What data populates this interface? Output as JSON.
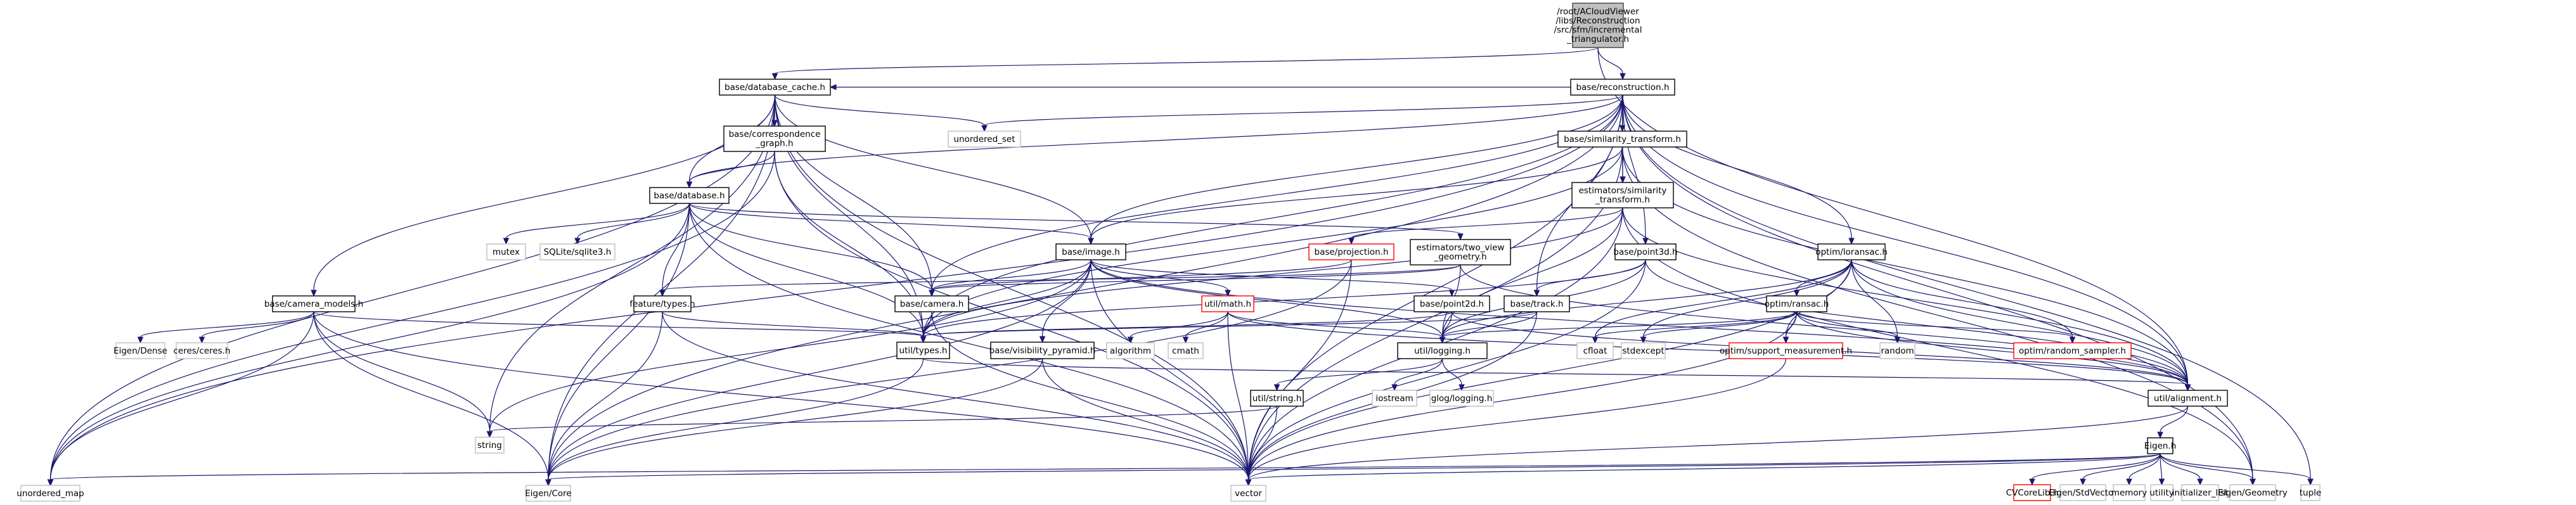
{
  "title": "Include dependency graph for incremental_triangulator.h",
  "colors": {
    "edge": "#191970",
    "root_fill": "#bfbfbf",
    "documented_border": "#000000",
    "external_border": "#bfbfbf",
    "undocumented_border": "#ff0000"
  },
  "nodes": [
    {
      "id": "root",
      "lines": [
        "/root/ACloudViewer",
        "/libs/Reconstruction",
        "/src/sfm/incremental",
        "_triangulator.h"
      ],
      "kind": "root"
    },
    {
      "id": "reconstruction",
      "lines": [
        "base/reconstruction.h"
      ],
      "kind": "doc"
    },
    {
      "id": "database_cache",
      "lines": [
        "base/database_cache.h"
      ],
      "kind": "doc"
    },
    {
      "id": "correspondence_graph",
      "lines": [
        "base/correspondence",
        "_graph.h"
      ],
      "kind": "doc"
    },
    {
      "id": "unordered_set",
      "lines": [
        "unordered_set"
      ],
      "kind": "ext"
    },
    {
      "id": "similarity_transform",
      "lines": [
        "base/similarity_transform.h"
      ],
      "kind": "doc"
    },
    {
      "id": "est_similarity_transform",
      "lines": [
        "estimators/similarity",
        "_transform.h"
      ],
      "kind": "doc"
    },
    {
      "id": "database",
      "lines": [
        "base/database.h"
      ],
      "kind": "doc"
    },
    {
      "id": "mutex",
      "lines": [
        "mutex"
      ],
      "kind": "ext"
    },
    {
      "id": "sqlite",
      "lines": [
        "SQLite/sqlite3.h"
      ],
      "kind": "ext"
    },
    {
      "id": "image",
      "lines": [
        "base/image.h"
      ],
      "kind": "doc"
    },
    {
      "id": "projection",
      "lines": [
        "base/projection.h"
      ],
      "kind": "undoc"
    },
    {
      "id": "two_view_geometry",
      "lines": [
        "estimators/two_view",
        "_geometry.h"
      ],
      "kind": "doc"
    },
    {
      "id": "point3d",
      "lines": [
        "base/point3d.h"
      ],
      "kind": "doc"
    },
    {
      "id": "loransac",
      "lines": [
        "optim/loransac.h"
      ],
      "kind": "doc"
    },
    {
      "id": "camera_models",
      "lines": [
        "base/camera_models.h"
      ],
      "kind": "doc"
    },
    {
      "id": "eigen_dense",
      "lines": [
        "Eigen/Dense"
      ],
      "kind": "ext"
    },
    {
      "id": "ceres",
      "lines": [
        "ceres/ceres.h"
      ],
      "kind": "ext"
    },
    {
      "id": "feature_types",
      "lines": [
        "feature/types.h"
      ],
      "kind": "doc"
    },
    {
      "id": "camera",
      "lines": [
        "base/camera.h"
      ],
      "kind": "doc"
    },
    {
      "id": "math",
      "lines": [
        "util/math.h"
      ],
      "kind": "undoc"
    },
    {
      "id": "point2d",
      "lines": [
        "base/point2d.h"
      ],
      "kind": "doc"
    },
    {
      "id": "track",
      "lines": [
        "base/track.h"
      ],
      "kind": "doc"
    },
    {
      "id": "ransac",
      "lines": [
        "optim/ransac.h"
      ],
      "kind": "doc"
    },
    {
      "id": "util_types",
      "lines": [
        "util/types.h"
      ],
      "kind": "doc"
    },
    {
      "id": "visibility_pyramid",
      "lines": [
        "base/visibility_pyramid.h"
      ],
      "kind": "doc"
    },
    {
      "id": "algorithm",
      "lines": [
        "algorithm"
      ],
      "kind": "ext"
    },
    {
      "id": "cmath",
      "lines": [
        "cmath"
      ],
      "kind": "ext"
    },
    {
      "id": "logging",
      "lines": [
        "util/logging.h"
      ],
      "kind": "doc"
    },
    {
      "id": "cfloat",
      "lines": [
        "cfloat"
      ],
      "kind": "ext"
    },
    {
      "id": "stdexcept",
      "lines": [
        "stdexcept"
      ],
      "kind": "ext"
    },
    {
      "id": "support_measurement",
      "lines": [
        "optim/support_measurement.h"
      ],
      "kind": "undoc"
    },
    {
      "id": "random",
      "lines": [
        "random"
      ],
      "kind": "ext"
    },
    {
      "id": "random_sampler",
      "lines": [
        "optim/random_sampler.h"
      ],
      "kind": "undoc"
    },
    {
      "id": "alignment",
      "lines": [
        "util/alignment.h"
      ],
      "kind": "doc"
    },
    {
      "id": "util_string",
      "lines": [
        "util/string.h"
      ],
      "kind": "doc"
    },
    {
      "id": "iostream",
      "lines": [
        "iostream"
      ],
      "kind": "ext"
    },
    {
      "id": "glog",
      "lines": [
        "glog/logging.h"
      ],
      "kind": "ext"
    },
    {
      "id": "string",
      "lines": [
        "string"
      ],
      "kind": "ext"
    },
    {
      "id": "eigen_h",
      "lines": [
        "Eigen.h"
      ],
      "kind": "doc"
    },
    {
      "id": "unordered_map",
      "lines": [
        "unordered_map"
      ],
      "kind": "ext"
    },
    {
      "id": "eigen_core",
      "lines": [
        "Eigen/Core"
      ],
      "kind": "ext"
    },
    {
      "id": "vector",
      "lines": [
        "vector"
      ],
      "kind": "ext"
    },
    {
      "id": "cvcorelib",
      "lines": [
        "CVCoreLib.h"
      ],
      "kind": "undoc"
    },
    {
      "id": "eigen_stdvector",
      "lines": [
        "Eigen/StdVector"
      ],
      "kind": "ext"
    },
    {
      "id": "memory",
      "lines": [
        "memory"
      ],
      "kind": "ext"
    },
    {
      "id": "utility",
      "lines": [
        "utility"
      ],
      "kind": "ext"
    },
    {
      "id": "initializer_list",
      "lines": [
        "initializer_list"
      ],
      "kind": "ext"
    },
    {
      "id": "eigen_geometry",
      "lines": [
        "Eigen/Geometry"
      ],
      "kind": "ext"
    },
    {
      "id": "tuple",
      "lines": [
        "tuple"
      ],
      "kind": "ext"
    }
  ],
  "edges": [
    [
      "root",
      "reconstruction"
    ],
    [
      "root",
      "database_cache"
    ],
    [
      "root",
      "alignment"
    ],
    [
      "reconstruction",
      "database_cache"
    ],
    [
      "reconstruction",
      "similarity_transform"
    ],
    [
      "reconstruction",
      "est_similarity_transform"
    ],
    [
      "reconstruction",
      "unordered_set"
    ],
    [
      "reconstruction",
      "database"
    ],
    [
      "reconstruction",
      "image"
    ],
    [
      "reconstruction",
      "camera"
    ],
    [
      "reconstruction",
      "point3d"
    ],
    [
      "reconstruction",
      "track"
    ],
    [
      "reconstruction",
      "loransac"
    ],
    [
      "reconstruction",
      "util_types"
    ],
    [
      "reconstruction",
      "alignment"
    ],
    [
      "reconstruction",
      "eigen_core"
    ],
    [
      "reconstruction",
      "vector"
    ],
    [
      "reconstruction",
      "tuple"
    ],
    [
      "reconstruction",
      "unordered_map"
    ],
    [
      "reconstruction",
      "eigen_geometry"
    ],
    [
      "database_cache",
      "correspondence_graph"
    ],
    [
      "database_cache",
      "database"
    ],
    [
      "database_cache",
      "unordered_set"
    ],
    [
      "database_cache",
      "camera_models"
    ],
    [
      "database_cache",
      "image"
    ],
    [
      "database_cache",
      "camera"
    ],
    [
      "database_cache",
      "util_types"
    ],
    [
      "database_cache",
      "unordered_map"
    ],
    [
      "database_cache",
      "string"
    ],
    [
      "database_cache",
      "vector"
    ],
    [
      "database_cache",
      "eigen_core"
    ],
    [
      "correspondence_graph",
      "database"
    ],
    [
      "correspondence_graph",
      "util_types"
    ],
    [
      "correspondence_graph",
      "vector"
    ],
    [
      "correspondence_graph",
      "unordered_map"
    ],
    [
      "similarity_transform",
      "est_similarity_transform"
    ],
    [
      "similarity_transform",
      "util_types"
    ],
    [
      "similarity_transform",
      "alignment"
    ],
    [
      "similarity_transform",
      "eigen_geometry"
    ],
    [
      "similarity_transform",
      "vector"
    ],
    [
      "similarity_transform",
      "image"
    ],
    [
      "est_similarity_transform",
      "projection"
    ],
    [
      "est_similarity_transform",
      "logging"
    ],
    [
      "est_similarity_transform",
      "util_types"
    ],
    [
      "est_similarity_transform",
      "alignment"
    ],
    [
      "est_similarity_transform",
      "eigen_geometry"
    ],
    [
      "est_similarity_transform",
      "vector"
    ],
    [
      "database",
      "mutex"
    ],
    [
      "database",
      "sqlite"
    ],
    [
      "database",
      "feature_types"
    ],
    [
      "database",
      "image"
    ],
    [
      "database",
      "camera"
    ],
    [
      "database",
      "two_view_geometry"
    ],
    [
      "database",
      "util_types"
    ],
    [
      "database",
      "vector"
    ],
    [
      "database",
      "eigen_core"
    ],
    [
      "database",
      "unordered_map"
    ],
    [
      "image",
      "camera"
    ],
    [
      "image",
      "point2d"
    ],
    [
      "image",
      "visibility_pyramid"
    ],
    [
      "image",
      "math"
    ],
    [
      "image",
      "logging"
    ],
    [
      "image",
      "util_types"
    ],
    [
      "image",
      "alignment"
    ],
    [
      "image",
      "vector"
    ],
    [
      "image",
      "string"
    ],
    [
      "image",
      "eigen_core"
    ],
    [
      "projection",
      "camera"
    ],
    [
      "projection",
      "vector"
    ],
    [
      "projection",
      "eigen_core"
    ],
    [
      "two_view_geometry",
      "logging"
    ],
    [
      "two_view_geometry",
      "camera"
    ],
    [
      "two_view_geometry",
      "feature_types"
    ],
    [
      "two_view_geometry",
      "alignment"
    ],
    [
      "point3d",
      "track"
    ],
    [
      "point3d",
      "logging"
    ],
    [
      "point3d",
      "util_types"
    ],
    [
      "point3d",
      "vector"
    ],
    [
      "point3d",
      "alignment"
    ],
    [
      "loransac",
      "ransac"
    ],
    [
      "loransac",
      "support_measurement"
    ],
    [
      "loransac",
      "random_sampler"
    ],
    [
      "loransac",
      "random"
    ],
    [
      "loransac",
      "cfloat"
    ],
    [
      "loransac",
      "stdexcept"
    ],
    [
      "loransac",
      "logging"
    ],
    [
      "loransac",
      "alignment"
    ],
    [
      "loransac",
      "vector"
    ],
    [
      "camera_models",
      "eigen_dense"
    ],
    [
      "camera_models",
      "ceres"
    ],
    [
      "camera_models",
      "eigen_core"
    ],
    [
      "camera_models",
      "vector"
    ],
    [
      "camera_models",
      "string"
    ],
    [
      "camera_models",
      "unordered_map"
    ],
    [
      "camera_models",
      "util_types"
    ],
    [
      "feature_types",
      "util_types"
    ],
    [
      "feature_types",
      "vector"
    ],
    [
      "feature_types",
      "eigen_core"
    ],
    [
      "camera",
      "util_types"
    ],
    [
      "camera",
      "vector"
    ],
    [
      "math",
      "algorithm"
    ],
    [
      "math",
      "cmath"
    ],
    [
      "math",
      "logging"
    ],
    [
      "math",
      "vector"
    ],
    [
      "math",
      "alignment"
    ],
    [
      "point2d",
      "logging"
    ],
    [
      "point2d",
      "alignment"
    ],
    [
      "point2d",
      "util_types"
    ],
    [
      "track",
      "logging"
    ],
    [
      "track",
      "util_types"
    ],
    [
      "track",
      "vector"
    ],
    [
      "ransac",
      "support_measurement"
    ],
    [
      "ransac",
      "random_sampler"
    ],
    [
      "ransac",
      "random"
    ],
    [
      "ransac",
      "cfloat"
    ],
    [
      "ransac",
      "stdexcept"
    ],
    [
      "ransac",
      "logging"
    ],
    [
      "ransac",
      "alignment"
    ],
    [
      "ransac",
      "vector"
    ],
    [
      "util_types",
      "eigen_core"
    ],
    [
      "util_types",
      "alignment"
    ],
    [
      "visibility_pyramid",
      "eigen_core"
    ],
    [
      "visibility_pyramid",
      "vector"
    ],
    [
      "logging",
      "util_string"
    ],
    [
      "logging",
      "iostream"
    ],
    [
      "logging",
      "glog"
    ],
    [
      "support_measurement",
      "vector"
    ],
    [
      "alignment",
      "eigen_h"
    ],
    [
      "alignment",
      "vector"
    ],
    [
      "util_string",
      "string"
    ],
    [
      "util_string",
      "vector"
    ],
    [
      "eigen_h",
      "cvcorelib"
    ],
    [
      "eigen_h",
      "eigen_stdvector"
    ],
    [
      "eigen_h",
      "memory"
    ],
    [
      "eigen_h",
      "utility"
    ],
    [
      "eigen_h",
      "initializer_list"
    ],
    [
      "eigen_h",
      "eigen_geometry"
    ],
    [
      "eigen_h",
      "tuple"
    ],
    [
      "eigen_h",
      "eigen_core"
    ],
    [
      "eigen_h",
      "vector"
    ],
    [
      "eigen_h",
      "unordered_map"
    ]
  ]
}
